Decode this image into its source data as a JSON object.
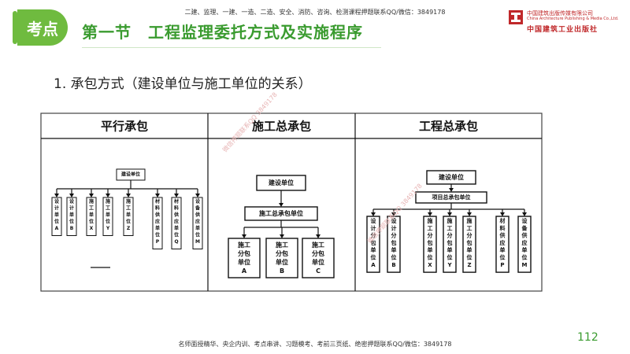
{
  "header": {
    "badge": "考点",
    "top_note": "二建、监理、一建、一造、二造、安全、消防、咨询、检测课程押题联系QQ/微信：3849178",
    "title": "第一节　工程监理委托方式及实施程序"
  },
  "publisher": {
    "name_cn": "中国建筑出版传媒有限公司",
    "name_en": "China Architecture Publishing & Media Co.,Ltd.",
    "name_big": "中国建筑工业出版社"
  },
  "subtitle": "1. 承包方式（建设单位与施工单位的关系）",
  "watermark": "微信押题联系QQ 3849178",
  "table": {
    "headers": [
      "平行承包",
      "施工总承包",
      "工程总承包"
    ]
  },
  "diagram_parallel": {
    "root": "建设单位",
    "children": [
      "设计单位A",
      "设计单位B",
      "施工单位X",
      "施工单位Y",
      "施工单位Z",
      "材料供应单位P",
      "材料供应单位Q",
      "设备供应单位M"
    ]
  },
  "diagram_general": {
    "root": "建设单位",
    "middle": "施工总承包单位",
    "children": [
      "施工分包单位A",
      "施工分包单位B",
      "施工分包单位C"
    ]
  },
  "diagram_epc": {
    "root": "建设单位",
    "middle": "项目总承包单位",
    "children": [
      "设计分包单位A",
      "设计分包单位B",
      "施工分包单位X",
      "施工分包单位Y",
      "施工分包单位Z",
      "材料供应单位P",
      "设备供应单位M"
    ]
  },
  "footer": {
    "note": "名师面授精华、央企内训、考点串讲、习题模考、考前三页纸、绝密押题联系QQ/微信：3849178",
    "page": "112"
  }
}
